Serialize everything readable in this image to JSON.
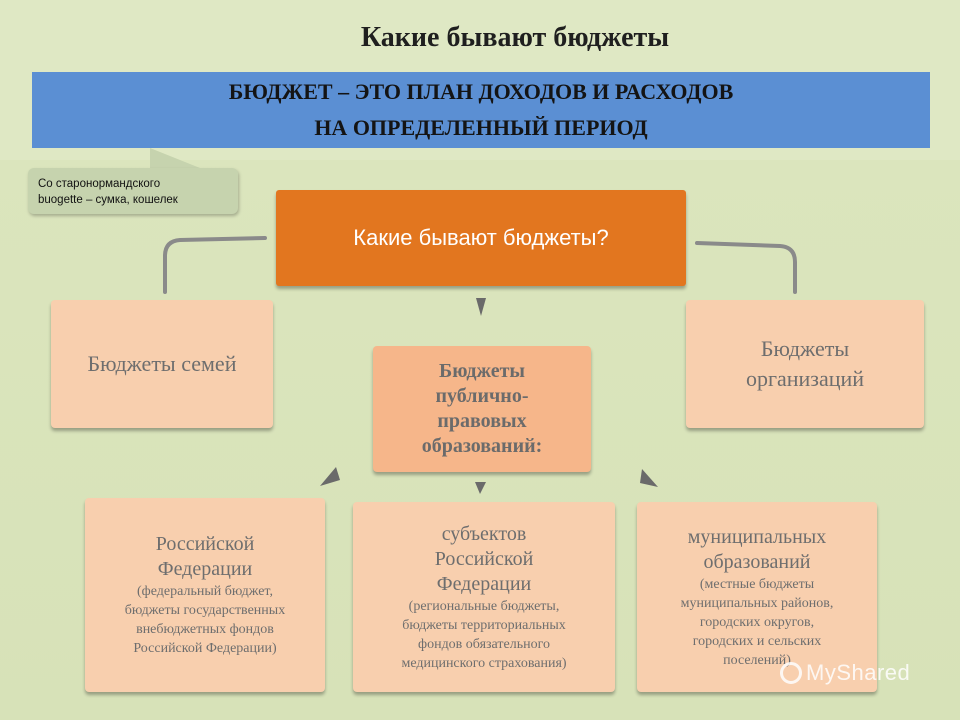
{
  "title": "Какие бывают бюджеты",
  "definition": {
    "line1": "БЮДЖЕТ – ЭТО ПЛАН ДОХОДОВ И РАСХОДОВ",
    "line2": "НА ОПРЕДЕЛЕННЫЙ ПЕРИОД"
  },
  "callout": {
    "line1": "Со старонормандского",
    "line2": "buogette – сумка, кошелек"
  },
  "central_question": "Какие бывают бюджеты?",
  "family_budgets": "Бюджеты семей",
  "org_budgets": {
    "line1": "Бюджеты",
    "line2": "организаций"
  },
  "public_budgets": {
    "line1": "Бюджеты",
    "line2": "публично-",
    "line3": "правовых",
    "line4": "образований:"
  },
  "rf_budgets": {
    "head1": "Российской",
    "head2": "Федерации",
    "sub1": "(федеральный бюджет,",
    "sub2": "бюджеты государственных",
    "sub3": "внебюджетных фондов",
    "sub4": "Российской Федерации)"
  },
  "subject_budgets": {
    "head1": "субъектов",
    "head2": "Российской",
    "head3": "Федерации",
    "sub1": "(региональные бюджеты,",
    "sub2": "бюджеты территориальных",
    "sub3": "фондов обязательного",
    "sub4": "медицинского страхования)"
  },
  "municipal_budgets": {
    "head1": "муниципальных",
    "head2": "образований",
    "sub1": "(местные бюджеты",
    "sub2": "муниципальных районов,",
    "sub3": "городских округов,",
    "sub4": "городских и сельских",
    "sub5": "поселений)"
  },
  "watermark": "MyShared",
  "colors": {
    "banner": "#5b8fd3",
    "central": "#e2761f",
    "peach": "#f8cfae",
    "public": "#f6b68a",
    "background": "#dfe8c4"
  }
}
